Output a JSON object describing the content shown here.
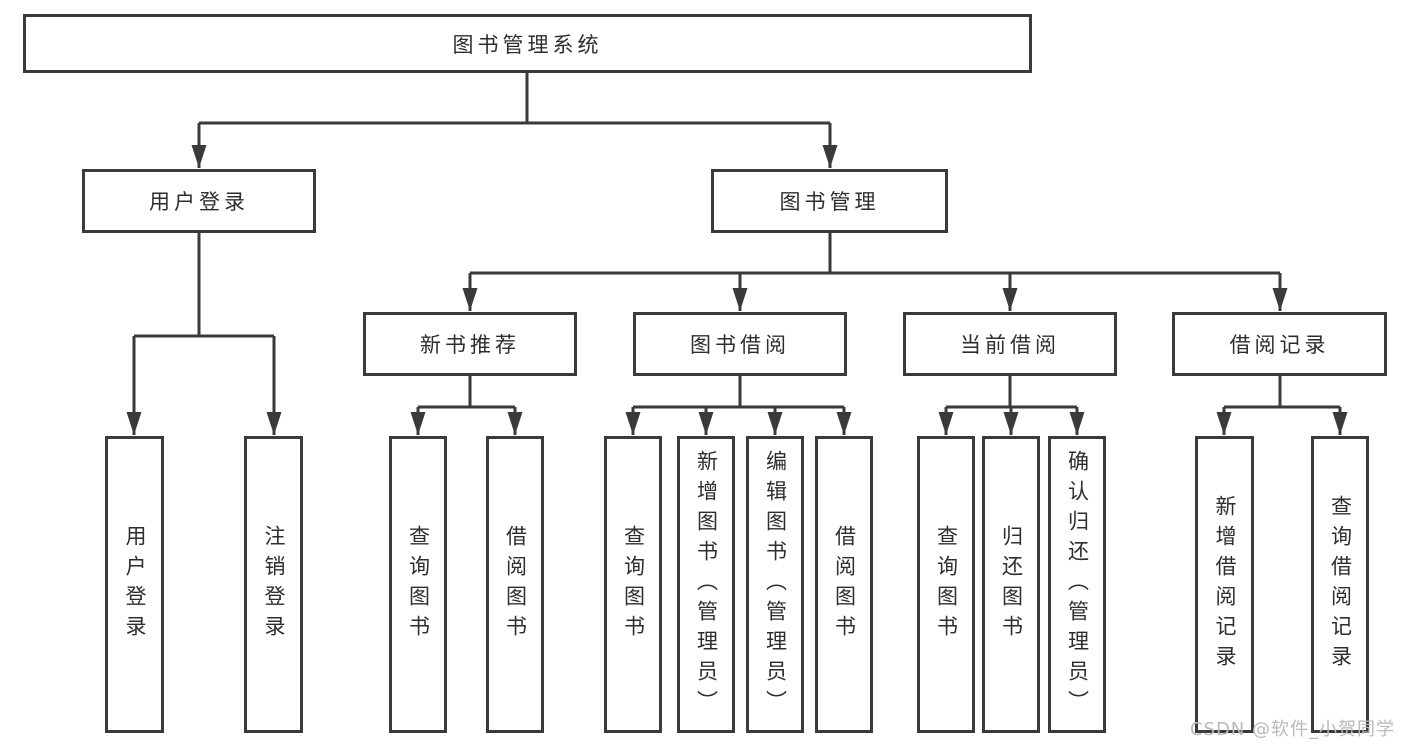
{
  "nodes": {
    "root": "图书管理系统",
    "branches": [
      {
        "label": "用户登录",
        "children": [
          "用户登录",
          "注销登录"
        ]
      },
      {
        "label": "图书管理",
        "groups": [
          {
            "label": "新书推荐",
            "children": [
              "查询图书",
              "借阅图书"
            ]
          },
          {
            "label": "图书借阅",
            "children": [
              "查询图书",
              "新增图书（管理员）",
              "编辑图书（管理员）",
              "借阅图书"
            ]
          },
          {
            "label": "当前借阅",
            "children": [
              "查询图书",
              "归还图书",
              "确认归还（管理员）"
            ]
          },
          {
            "label": "借阅记录",
            "children": [
              "新增借阅记录",
              "查询借阅记录"
            ]
          }
        ]
      }
    ]
  },
  "watermark": {
    "text": "CSDN @软件_小贺同学"
  },
  "colors": {
    "line": "#3a3a3a",
    "text": "#2e2e2e",
    "background": "#ffffff",
    "watermark": "#b9b9b9"
  }
}
